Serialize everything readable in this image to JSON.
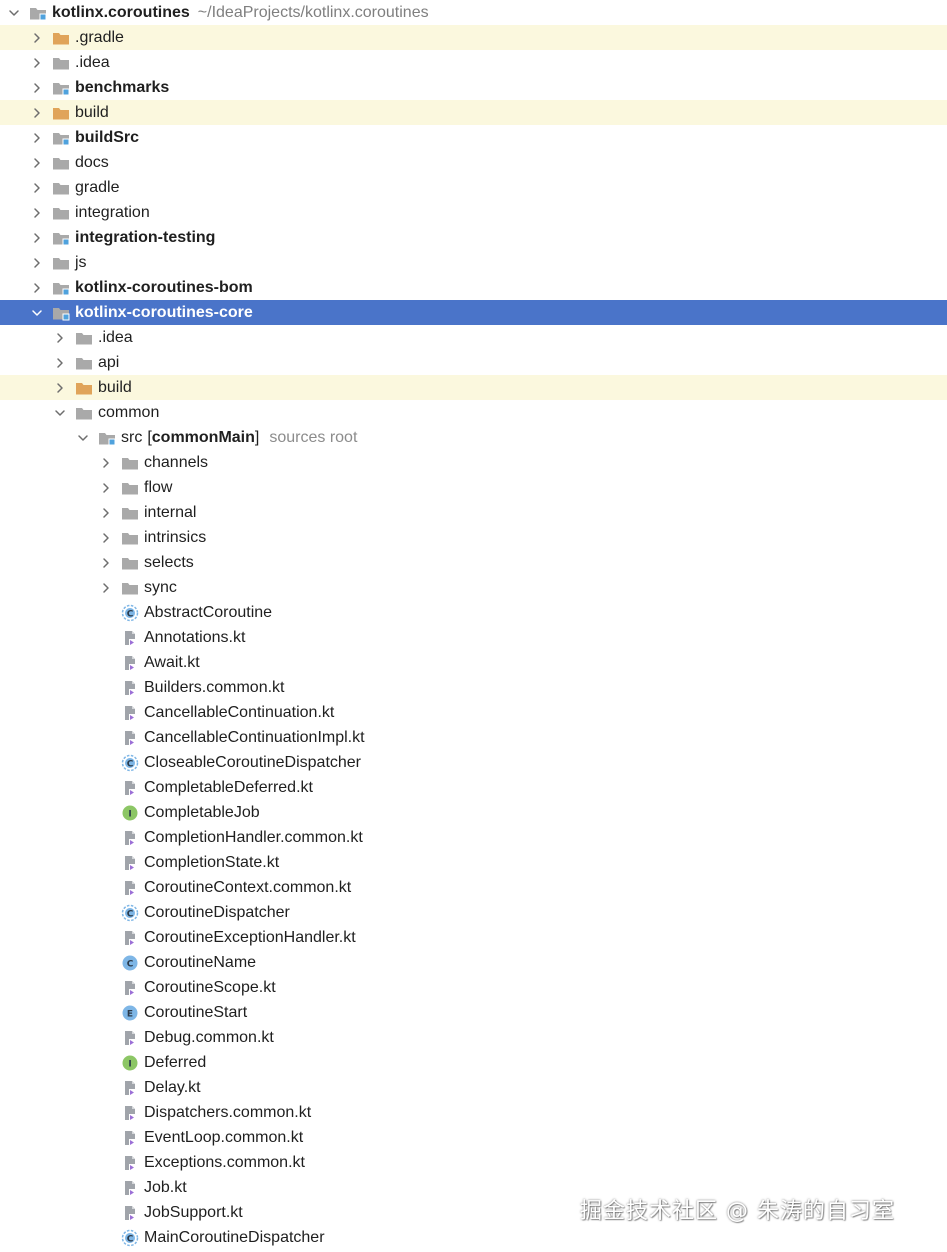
{
  "tree": [
    {
      "depth": 0,
      "state": "expanded",
      "icon": "module-folder-icon",
      "name": "kotlinx.coroutines",
      "bold": true,
      "suffix": "~/IdeaProjects/kotlinx.coroutines"
    },
    {
      "depth": 1,
      "state": "collapsed",
      "icon": "excluded-folder-icon",
      "name": ".gradle",
      "excluded": true
    },
    {
      "depth": 1,
      "state": "collapsed",
      "icon": "folder-icon",
      "name": ".idea"
    },
    {
      "depth": 1,
      "state": "collapsed",
      "icon": "module-folder-icon",
      "name": "benchmarks",
      "bold": true
    },
    {
      "depth": 1,
      "state": "collapsed",
      "icon": "excluded-folder-icon",
      "name": "build",
      "excluded": true
    },
    {
      "depth": 1,
      "state": "collapsed",
      "icon": "module-folder-icon",
      "name": "buildSrc",
      "bold": true
    },
    {
      "depth": 1,
      "state": "collapsed",
      "icon": "folder-icon",
      "name": "docs"
    },
    {
      "depth": 1,
      "state": "collapsed",
      "icon": "folder-icon",
      "name": "gradle"
    },
    {
      "depth": 1,
      "state": "collapsed",
      "icon": "folder-icon",
      "name": "integration"
    },
    {
      "depth": 1,
      "state": "collapsed",
      "icon": "module-folder-icon",
      "name": "integration-testing",
      "bold": true
    },
    {
      "depth": 1,
      "state": "collapsed",
      "icon": "folder-icon",
      "name": "js"
    },
    {
      "depth": 1,
      "state": "collapsed",
      "icon": "module-folder-icon",
      "name": "kotlinx-coroutines-bom",
      "bold": true
    },
    {
      "depth": 1,
      "state": "expanded",
      "icon": "module-folder-icon",
      "name": "kotlinx-coroutines-core",
      "bold": true,
      "selected": true
    },
    {
      "depth": 2,
      "state": "collapsed",
      "icon": "folder-icon",
      "name": ".idea"
    },
    {
      "depth": 2,
      "state": "collapsed",
      "icon": "folder-icon",
      "name": "api"
    },
    {
      "depth": 2,
      "state": "collapsed",
      "icon": "excluded-folder-icon",
      "name": "build",
      "excluded": true
    },
    {
      "depth": 2,
      "state": "expanded",
      "icon": "folder-icon",
      "name": "common"
    },
    {
      "depth": 3,
      "state": "expanded",
      "icon": "source-root-folder-icon",
      "name": "src",
      "bracket": "commonMain",
      "hint": "sources root"
    },
    {
      "depth": 4,
      "state": "collapsed",
      "icon": "folder-icon",
      "name": "channels"
    },
    {
      "depth": 4,
      "state": "collapsed",
      "icon": "folder-icon",
      "name": "flow"
    },
    {
      "depth": 4,
      "state": "collapsed",
      "icon": "folder-icon",
      "name": "internal"
    },
    {
      "depth": 4,
      "state": "collapsed",
      "icon": "folder-icon",
      "name": "intrinsics"
    },
    {
      "depth": 4,
      "state": "collapsed",
      "icon": "folder-icon",
      "name": "selects"
    },
    {
      "depth": 4,
      "state": "collapsed",
      "icon": "folder-icon",
      "name": "sync"
    },
    {
      "depth": 4,
      "state": "none",
      "icon": "abstract-class-icon",
      "name": "AbstractCoroutine"
    },
    {
      "depth": 4,
      "state": "none",
      "icon": "kotlin-file-icon",
      "name": "Annotations.kt"
    },
    {
      "depth": 4,
      "state": "none",
      "icon": "kotlin-file-icon",
      "name": "Await.kt"
    },
    {
      "depth": 4,
      "state": "none",
      "icon": "kotlin-file-icon",
      "name": "Builders.common.kt"
    },
    {
      "depth": 4,
      "state": "none",
      "icon": "kotlin-file-icon",
      "name": "CancellableContinuation.kt"
    },
    {
      "depth": 4,
      "state": "none",
      "icon": "kotlin-file-icon",
      "name": "CancellableContinuationImpl.kt"
    },
    {
      "depth": 4,
      "state": "none",
      "icon": "abstract-class-icon",
      "name": "CloseableCoroutineDispatcher"
    },
    {
      "depth": 4,
      "state": "none",
      "icon": "kotlin-file-icon",
      "name": "CompletableDeferred.kt"
    },
    {
      "depth": 4,
      "state": "none",
      "icon": "interface-icon",
      "name": "CompletableJob"
    },
    {
      "depth": 4,
      "state": "none",
      "icon": "kotlin-file-icon",
      "name": "CompletionHandler.common.kt"
    },
    {
      "depth": 4,
      "state": "none",
      "icon": "kotlin-file-icon",
      "name": "CompletionState.kt"
    },
    {
      "depth": 4,
      "state": "none",
      "icon": "kotlin-file-icon",
      "name": "CoroutineContext.common.kt"
    },
    {
      "depth": 4,
      "state": "none",
      "icon": "abstract-class-icon",
      "name": "CoroutineDispatcher"
    },
    {
      "depth": 4,
      "state": "none",
      "icon": "kotlin-file-icon",
      "name": "CoroutineExceptionHandler.kt"
    },
    {
      "depth": 4,
      "state": "none",
      "icon": "class-icon",
      "name": "CoroutineName"
    },
    {
      "depth": 4,
      "state": "none",
      "icon": "kotlin-file-icon",
      "name": "CoroutineScope.kt"
    },
    {
      "depth": 4,
      "state": "none",
      "icon": "enum-icon",
      "name": "CoroutineStart"
    },
    {
      "depth": 4,
      "state": "none",
      "icon": "kotlin-file-icon",
      "name": "Debug.common.kt"
    },
    {
      "depth": 4,
      "state": "none",
      "icon": "interface-icon",
      "name": "Deferred"
    },
    {
      "depth": 4,
      "state": "none",
      "icon": "kotlin-file-icon",
      "name": "Delay.kt"
    },
    {
      "depth": 4,
      "state": "none",
      "icon": "kotlin-file-icon",
      "name": "Dispatchers.common.kt"
    },
    {
      "depth": 4,
      "state": "none",
      "icon": "kotlin-file-icon",
      "name": "EventLoop.common.kt"
    },
    {
      "depth": 4,
      "state": "none",
      "icon": "kotlin-file-icon",
      "name": "Exceptions.common.kt"
    },
    {
      "depth": 4,
      "state": "none",
      "icon": "kotlin-file-icon",
      "name": "Job.kt"
    },
    {
      "depth": 4,
      "state": "none",
      "icon": "kotlin-file-icon",
      "name": "JobSupport.kt"
    },
    {
      "depth": 4,
      "state": "none",
      "icon": "abstract-class-icon",
      "name": "MainCoroutineDispatcher"
    }
  ],
  "watermark": "掘金技术社区 @ 朱涛的自习室",
  "colors": {
    "selection": "#4a74c9",
    "excluded_row": "#fbf8de",
    "excluded_folder": "#e0a45a",
    "folder": "#a9a9a9",
    "module_badge": "#4fa2dd",
    "class_icon": "#7eb6e6",
    "interface_icon": "#8cc665",
    "kotlin_file": "#a0a4aa"
  }
}
